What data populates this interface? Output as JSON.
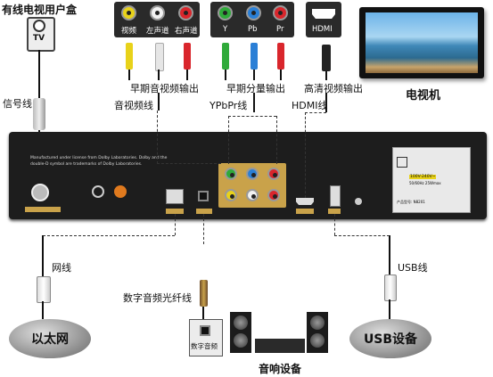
{
  "labels": {
    "cable_box": "有线电视用户盒",
    "tv_port": "TV",
    "signal_cable": "信号线",
    "tv": "电视机",
    "early_av_out": "早期音视频输出",
    "early_ypbpr_out": "早期分量输出",
    "hd_out": "高清视频输出",
    "av_cable": "音视频线",
    "ypbpr_cable": "YPbPr线",
    "hdmi_cable": "HDMI线",
    "network_cable": "网线",
    "optical_cable": "数字音频光纤线",
    "usb_cable": "USB线",
    "ethernet": "以太网",
    "usb_device": "USB设备",
    "sound_system": "音响设备",
    "digital_audio": "数字音频"
  },
  "av_jacks": {
    "video": "视频",
    "left": "左声道",
    "right": "右声道"
  },
  "ypbpr_jacks": {
    "y": "Y",
    "pb": "Pb",
    "pr": "Pr"
  },
  "hdmi_jack": "HDMI",
  "device_text": "Manufactured under license from Dolby Laboratories. Dolby and the double-D symbol are trademarks of Dolby Laboratories.",
  "rating": {
    "voltage": "100V-240V~",
    "freq": "50/60Hz 25Wmax",
    "model": "产品型号: N8201"
  },
  "colors": {
    "yellow": "#e8d21a",
    "white": "#f2f2f2",
    "red": "#d9262c",
    "green": "#2faa3a",
    "blue": "#2a7fd6",
    "orange": "#e07a1e"
  }
}
